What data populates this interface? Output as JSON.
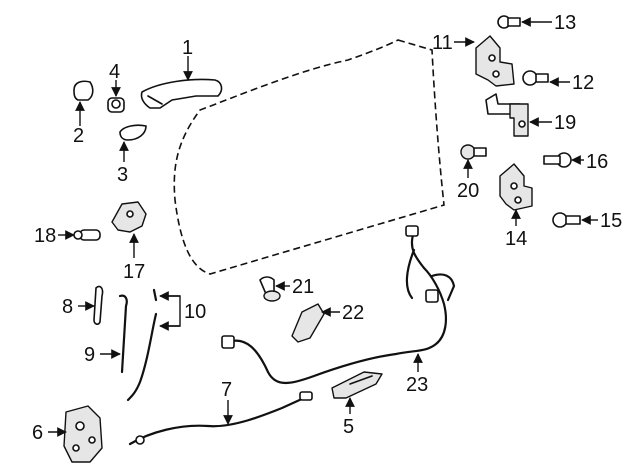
{
  "callouts": [
    {
      "id": "1",
      "text": "1"
    },
    {
      "id": "2",
      "text": "2"
    },
    {
      "id": "3",
      "text": "3"
    },
    {
      "id": "4",
      "text": "4"
    },
    {
      "id": "5",
      "text": "5"
    },
    {
      "id": "6",
      "text": "6"
    },
    {
      "id": "7",
      "text": "7"
    },
    {
      "id": "8",
      "text": "8"
    },
    {
      "id": "9",
      "text": "9"
    },
    {
      "id": "10",
      "text": "10"
    },
    {
      "id": "11",
      "text": "11"
    },
    {
      "id": "12",
      "text": "12"
    },
    {
      "id": "13",
      "text": "13"
    },
    {
      "id": "14",
      "text": "14"
    },
    {
      "id": "15",
      "text": "15"
    },
    {
      "id": "16",
      "text": "16"
    },
    {
      "id": "17",
      "text": "17"
    },
    {
      "id": "18",
      "text": "18"
    },
    {
      "id": "19",
      "text": "19"
    },
    {
      "id": "20",
      "text": "20"
    },
    {
      "id": "21",
      "text": "21"
    },
    {
      "id": "22",
      "text": "22"
    },
    {
      "id": "23",
      "text": "23"
    }
  ],
  "colors": {
    "line": "#111111",
    "background": "#ffffff",
    "shade": "#e6e6e6"
  }
}
